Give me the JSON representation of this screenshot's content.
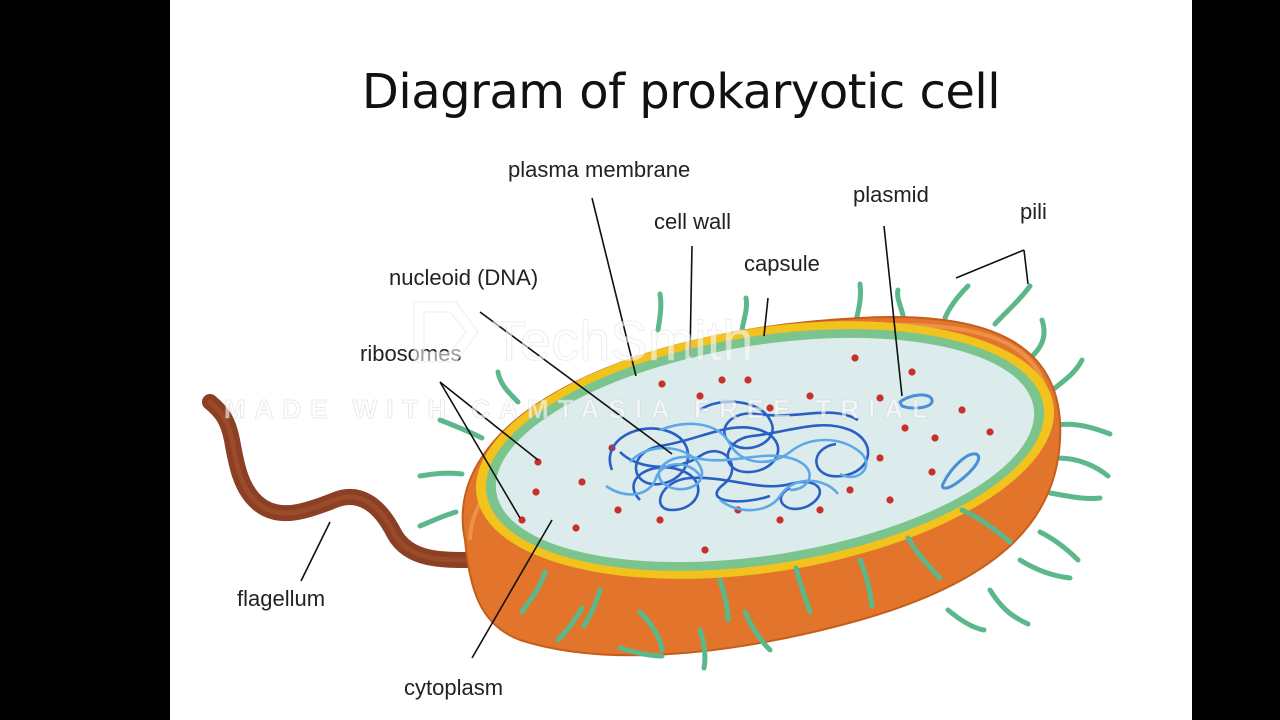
{
  "slide": {
    "title": "Diagram of prokaryotic cell",
    "background": "#ffffff",
    "letterbox": "#000000"
  },
  "labels": {
    "plasma_membrane": "plasma membrane",
    "cell_wall": "cell wall",
    "capsule": "capsule",
    "plasmid": "plasmid",
    "pili": "pili",
    "nucleoid": "nucleoid (DNA)",
    "ribosomes": "ribosomes",
    "flagellum": "flagellum",
    "cytoplasm": "cytoplasm"
  },
  "watermark": {
    "brand": "TechSmith",
    "strip": "MADE WITH CAMTASIA FREE TRIAL"
  },
  "colors": {
    "capsule": "#e2752b",
    "cell_wall": "#f2c21d",
    "plasma_membrane": "#7cc48e",
    "cytoplasm": "#dcebec",
    "ribosome": "#c8302a",
    "dna_dark": "#2a5fc4",
    "dna_light": "#5fa8e8",
    "pili": "#5cb88a",
    "flagellum": "#8b3f24"
  }
}
